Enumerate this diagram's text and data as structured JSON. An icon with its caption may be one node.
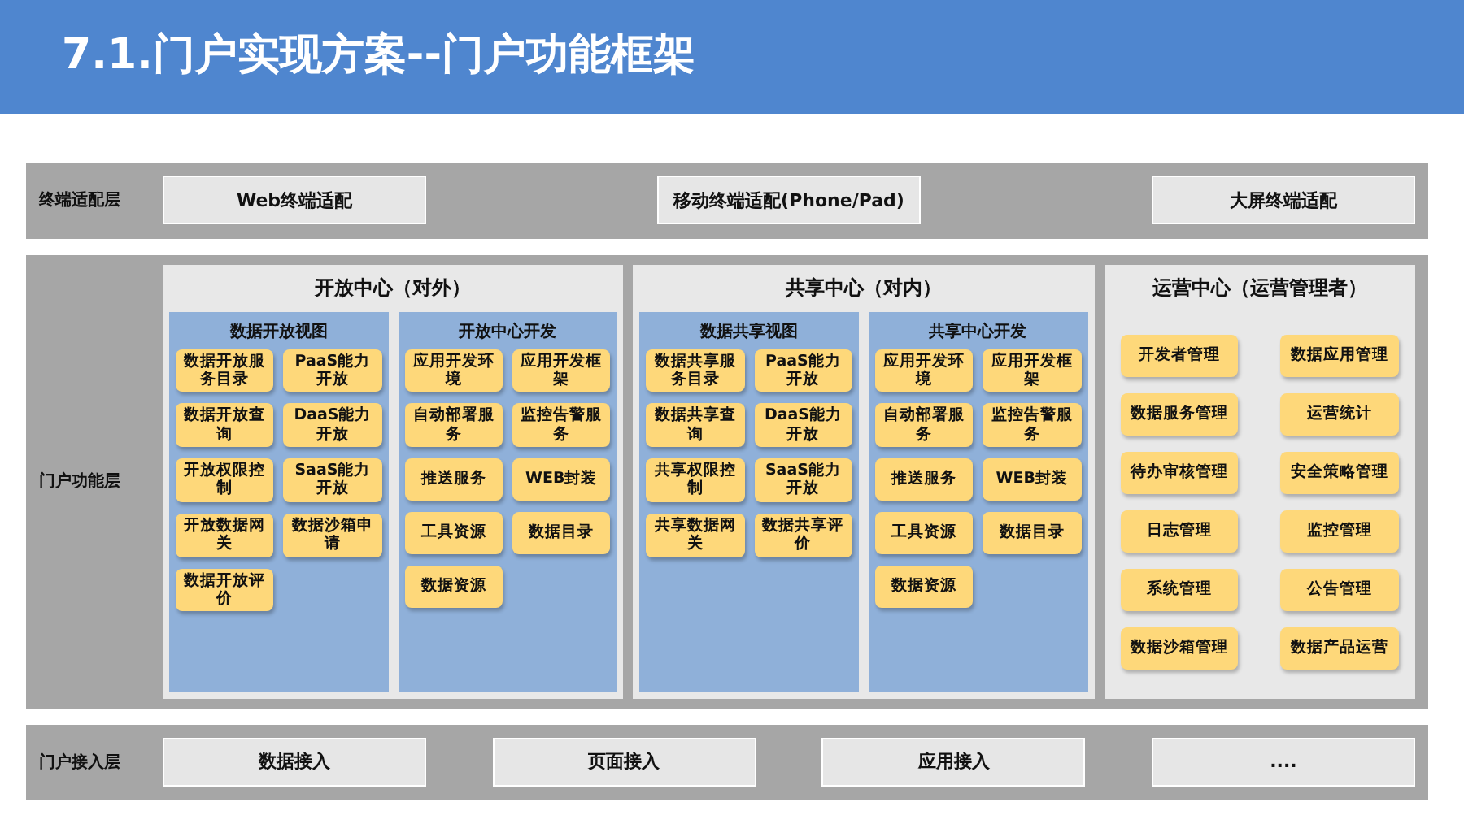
{
  "diagram": {
    "title": "7.1.门户实现方案--门户功能框架",
    "nodes": [
      {
        "text": [
          "终端适配层"
        ]
      },
      {
        "text": [
          "Web终端适配"
        ],
        "in": 0
      },
      {
        "text": [
          "移动终端适配(Phone/Pad)"
        ],
        "in": 0
      },
      {
        "text": [
          "大屏终端适配"
        ],
        "in": 0
      },
      {
        "text": [
          "门户功能层"
        ]
      },
      {
        "text": [
          "开放中心（对外）"
        ],
        "in": 4
      },
      {
        "text": [
          "数据开放视图"
        ],
        "in": 5
      },
      {
        "text": [
          "数据开放服务目录"
        ],
        "in": 6
      },
      {
        "text": [
          "PaaS能力开放"
        ],
        "in": 6
      },
      {
        "text": [
          "数据开放查询"
        ],
        "in": 6
      },
      {
        "text": [
          "DaaS能力开放"
        ],
        "in": 6
      },
      {
        "text": [
          "开放权限控制"
        ],
        "in": 6
      },
      {
        "text": [
          "SaaS能力开放"
        ],
        "in": 6
      },
      {
        "text": [
          "开放数据网关"
        ],
        "in": 6
      },
      {
        "text": [
          "数据沙箱申请"
        ],
        "in": 6
      },
      {
        "text": [
          "数据开放评价"
        ],
        "in": 6
      },
      {
        "text": [
          "开放中心开发"
        ],
        "in": 5
      },
      {
        "text": [
          "应用开发环境"
        ],
        "in": 16
      },
      {
        "text": [
          "应用开发框架"
        ],
        "in": 16
      },
      {
        "text": [
          "自动部署服务"
        ],
        "in": 16
      },
      {
        "text": [
          "监控告警服务"
        ],
        "in": 16
      },
      {
        "text": [
          "推送服务"
        ],
        "in": 16
      },
      {
        "text": [
          "WEB封装"
        ],
        "in": 16
      },
      {
        "text": [
          "工具资源"
        ],
        "in": 16
      },
      {
        "text": [
          "数据目录"
        ],
        "in": 16
      },
      {
        "text": [
          "数据资源"
        ],
        "in": 16
      },
      {
        "text": [
          "共享中心（对内）"
        ],
        "in": 4
      },
      {
        "text": [
          "数据共享视图"
        ],
        "in": 26
      },
      {
        "text": [
          "数据共享服务目录"
        ],
        "in": 27
      },
      {
        "text": [
          "PaaS能力开放"
        ],
        "in": 27
      },
      {
        "text": [
          "数据共享查询"
        ],
        "in": 27
      },
      {
        "text": [
          "DaaS能力开放"
        ],
        "in": 27
      },
      {
        "text": [
          "共享权限控制"
        ],
        "in": 27
      },
      {
        "text": [
          "SaaS能力开放"
        ],
        "in": 27
      },
      {
        "text": [
          "共享数据网关"
        ],
        "in": 27
      },
      {
        "text": [
          "数据共享评价"
        ],
        "in": 27
      },
      {
        "text": [
          "共享中心开发"
        ],
        "in": 26
      },
      {
        "text": [
          "应用开发环境"
        ],
        "in": 36
      },
      {
        "text": [
          "应用开发框架"
        ],
        "in": 36
      },
      {
        "text": [
          "自动部署服务"
        ],
        "in": 36
      },
      {
        "text": [
          "监控告警服务"
        ],
        "in": 36
      },
      {
        "text": [
          "推送服务"
        ],
        "in": 36
      },
      {
        "text": [
          "WEB封装"
        ],
        "in": 36
      },
      {
        "text": [
          "工具资源"
        ],
        "in": 36
      },
      {
        "text": [
          "数据目录"
        ],
        "in": 36
      },
      {
        "text": [
          "数据资源"
        ],
        "in": 36
      },
      {
        "text": [
          "运营中心（运营管理者）"
        ],
        "in": 4
      },
      {
        "text": [
          "开发者管理"
        ],
        "in": 46
      },
      {
        "text": [
          "数据应用管理"
        ],
        "in": 46
      },
      {
        "text": [
          "数据服务管理"
        ],
        "in": 46
      },
      {
        "text": [
          "运营统计"
        ],
        "in": 46
      },
      {
        "text": [
          "待办审核管理"
        ],
        "in": 46
      },
      {
        "text": [
          "安全策略管理"
        ],
        "in": 46
      },
      {
        "text": [
          "日志管理"
        ],
        "in": 46
      },
      {
        "text": [
          "监控管理"
        ],
        "in": 46
      },
      {
        "text": [
          "系统管理"
        ],
        "in": 46
      },
      {
        "text": [
          "公告管理"
        ],
        "in": 46
      },
      {
        "text": [
          "数据沙箱管理"
        ],
        "in": 46
      },
      {
        "text": [
          "数据产品运营"
        ],
        "in": 46
      },
      {
        "text": [
          "门户接入层"
        ]
      },
      {
        "text": [
          "数据接入"
        ],
        "in": 59
      },
      {
        "text": [
          "页面接入"
        ],
        "in": 59
      },
      {
        "text": [
          "应用接入"
        ],
        "in": 59
      },
      {
        "text": [
          "...."
        ],
        "in": 59
      }
    ]
  }
}
